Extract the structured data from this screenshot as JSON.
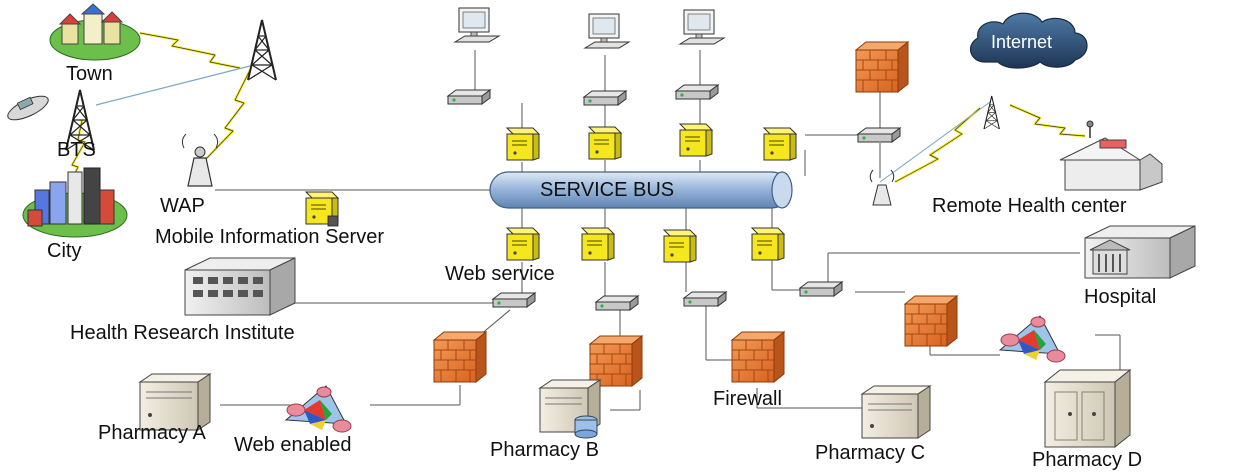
{
  "service_bus": {
    "label": "SERVICE BUS"
  },
  "internet": {
    "label": "Internet"
  },
  "labels": {
    "town": "Town",
    "bts": "BTS",
    "city": "City",
    "wap": "WAP",
    "mobile_info_server": "Mobile Information Server",
    "web_service": "Web service",
    "health_research": "Health Research Institute",
    "pharmacy_a": "Pharmacy A",
    "web_enabled": "Web enabled",
    "pharmacy_b": "Pharmacy B",
    "firewall": "Firewall",
    "pharmacy_c": "Pharmacy C",
    "pharmacy_d": "Pharmacy D",
    "hospital": "Hospital",
    "remote_health": "Remote Health center"
  },
  "colors": {
    "bus_fill": "#9bb8dc",
    "server_yellow": "#f5e61e",
    "firewall_orange": "#e8772e",
    "cloud": "#2b4a6e",
    "link_yellow": "#f2ea2a"
  }
}
